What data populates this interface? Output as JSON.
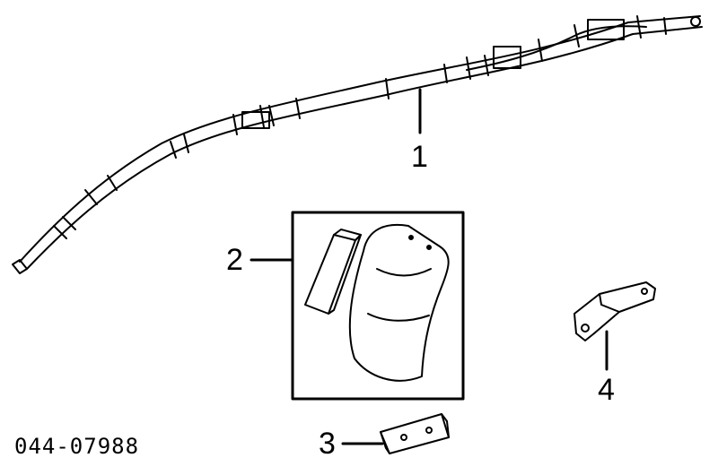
{
  "diagram": {
    "callouts": [
      {
        "id": "1",
        "label": "1"
      },
      {
        "id": "2",
        "label": "2"
      },
      {
        "id": "3",
        "label": "3"
      },
      {
        "id": "4",
        "label": "4"
      }
    ],
    "diagram_code": "044-07988",
    "colors": {
      "line": "#000000",
      "background": "#ffffff"
    }
  }
}
